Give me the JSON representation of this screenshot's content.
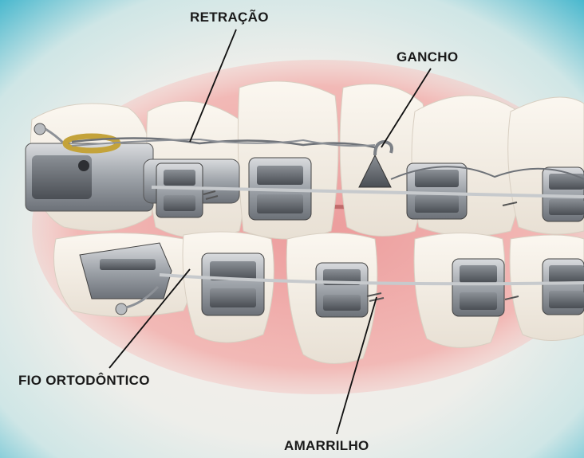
{
  "labels": {
    "retracao": "RETRAÇÃO",
    "gancho": "GANCHO",
    "fio_ortodontico": "FIO ORTODÔNTICO",
    "amarrilho": "AMARRILHO"
  },
  "colors": {
    "background_top": "#43b6cd",
    "background_mid": "#f6ecea",
    "gum": "#f0b3b3",
    "tooth": "#f7f2ea",
    "metal": "#a9adb3",
    "band_ring": "#c4a33a",
    "leader_line": "#111111"
  }
}
